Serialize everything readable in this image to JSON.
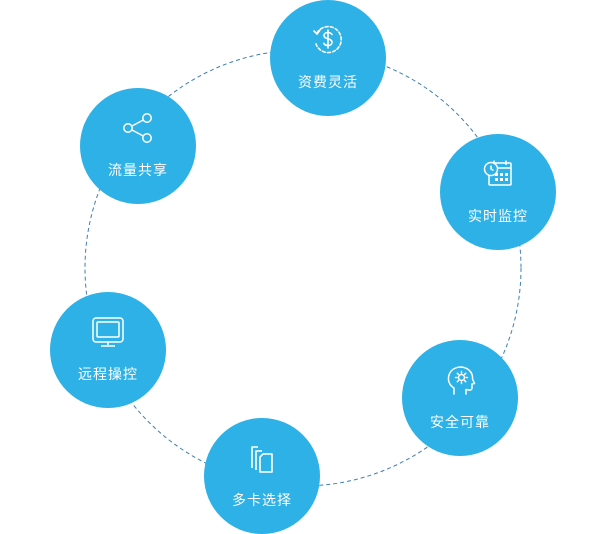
{
  "nodes": [
    {
      "id": "billing",
      "label": "资费灵活",
      "icon": "dollar-cycle-icon"
    },
    {
      "id": "monitor",
      "label": "实时监控",
      "icon": "calendar-clock-icon"
    },
    {
      "id": "security",
      "label": "安全可靠",
      "icon": "head-gear-icon"
    },
    {
      "id": "multicard",
      "label": "多卡选择",
      "icon": "cards-icon"
    },
    {
      "id": "remote",
      "label": "远程操控",
      "icon": "monitor-icon"
    },
    {
      "id": "share",
      "label": "流量共享",
      "icon": "share-icon"
    }
  ],
  "colors": {
    "node": "#2eb1e6",
    "ring": "#3f7fb2",
    "text": "#ffffff"
  }
}
